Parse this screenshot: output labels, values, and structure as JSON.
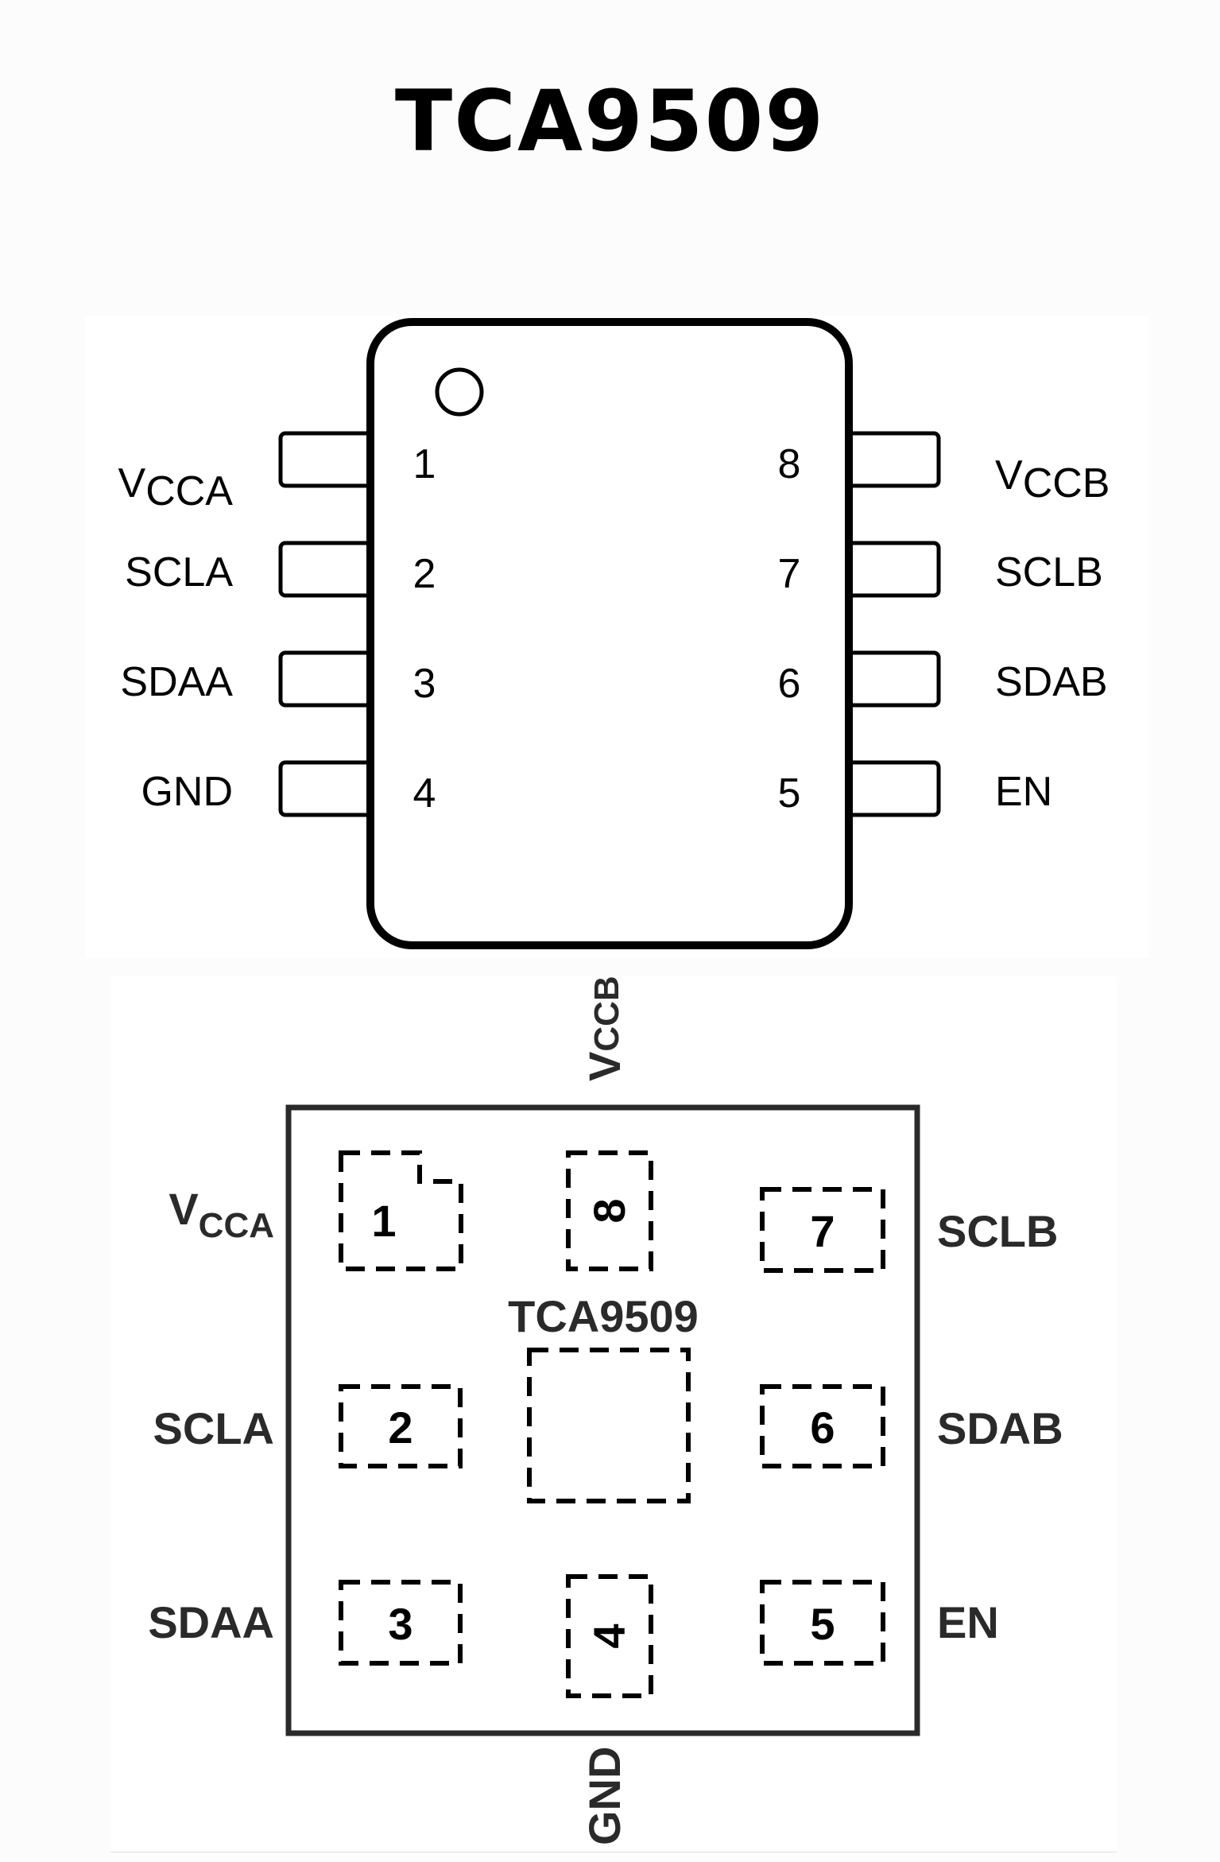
{
  "title": "TCA9509",
  "package_top_view": {
    "pins_left": [
      {
        "number": "1",
        "name_main": "V",
        "name_sub": "CCA"
      },
      {
        "number": "2",
        "name_main": "SCLA",
        "name_sub": ""
      },
      {
        "number": "3",
        "name_main": "SDAA",
        "name_sub": ""
      },
      {
        "number": "4",
        "name_main": "GND",
        "name_sub": ""
      }
    ],
    "pins_right": [
      {
        "number": "8",
        "name_main": "V",
        "name_sub": "CCB"
      },
      {
        "number": "7",
        "name_main": "SCLB",
        "name_sub": ""
      },
      {
        "number": "6",
        "name_main": "SDAB",
        "name_sub": ""
      },
      {
        "number": "5",
        "name_main": "EN",
        "name_sub": ""
      }
    ]
  },
  "package_bottom_view": {
    "chip_label": "TCA9509",
    "top_label": {
      "main": "V",
      "sub": "CCB"
    },
    "bottom_label": "GND",
    "left_labels": [
      {
        "main": "V",
        "sub": "CCA"
      },
      {
        "main": "SCLA",
        "sub": ""
      },
      {
        "main": "SDAA",
        "sub": ""
      }
    ],
    "right_labels": [
      "SCLB",
      "SDAB",
      "EN"
    ],
    "pads": {
      "p1": "1",
      "p8": "8",
      "p7": "7",
      "p2": "2",
      "p6": "6",
      "p3": "3",
      "p4": "4",
      "p5": "5"
    }
  }
}
